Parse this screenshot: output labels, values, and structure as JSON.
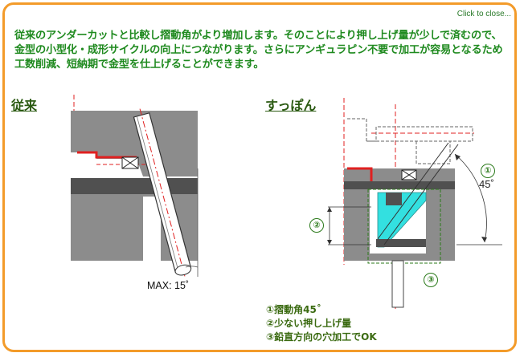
{
  "close_label": "Click to close...",
  "intro_text": "従来のアンダーカットと比較し摺動角がより増加します。そのことにより押し上げ量が少しで済むので、金型の小型化・成形サイクルの向上につながります。さらにアンギュラピン不要で加工が容易となるため工数削減、短納期で金型を仕上げることができます。",
  "left_heading": "従来",
  "right_heading": "すっぽん",
  "max_label": "MAX: 15˚",
  "angle_label": "45˚",
  "callouts": {
    "c1": "①",
    "c2": "②",
    "c3": "③"
  },
  "notes": [
    "①摺動角45˚",
    "②少ない押し上げ量",
    "③鉛直方向の穴加工でOK"
  ],
  "colors": {
    "border": "#f39b2a",
    "text_green": "#1f8a1f",
    "heading": "#2b5a12",
    "block_gray": "#8c8c8c",
    "block_dark": "#505050",
    "accent_red": "#e02020",
    "cyan": "#33e0e0"
  }
}
